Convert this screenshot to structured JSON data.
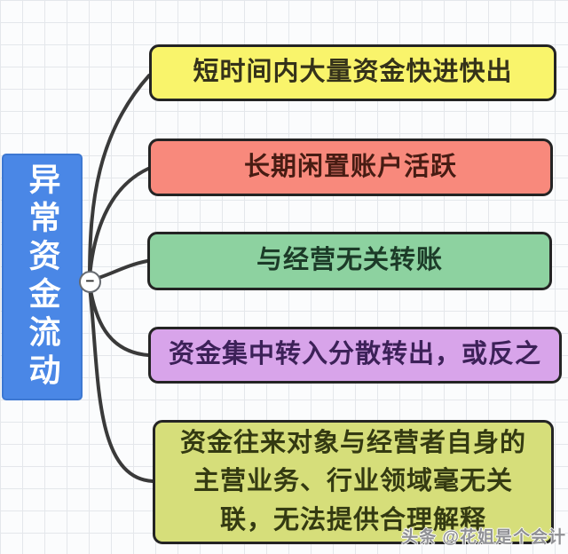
{
  "diagram": {
    "type": "mindmap",
    "root": {
      "label": "异常资金流动",
      "color": "#4a87e6",
      "text_color": "#ffffff"
    },
    "collapse_icon": "−",
    "branches": [
      {
        "label": "短时间内大量资金快进快出",
        "color": "#f9f46b",
        "text_color": "#35321a"
      },
      {
        "label": "长期闲置账户活跃",
        "color": "#f8897c",
        "text_color": "#471c13"
      },
      {
        "label": "与经营无关转账",
        "color": "#8dd2a0",
        "text_color": "#1c3b28"
      },
      {
        "label": "资金集中转入分散转出，或反之",
        "color": "#d8a4ea",
        "text_color": "#3c2158"
      },
      {
        "label": "资金往来对象与经营者自身的主营业务、行业领域毫无关联，无法提供合理解释",
        "color": "#d6de7a",
        "text_color": "#343a12"
      }
    ],
    "connector_color": "#3a3a3a",
    "grid_color": "#e4e7eb",
    "watermark": "头条 @花姐是个会计"
  }
}
